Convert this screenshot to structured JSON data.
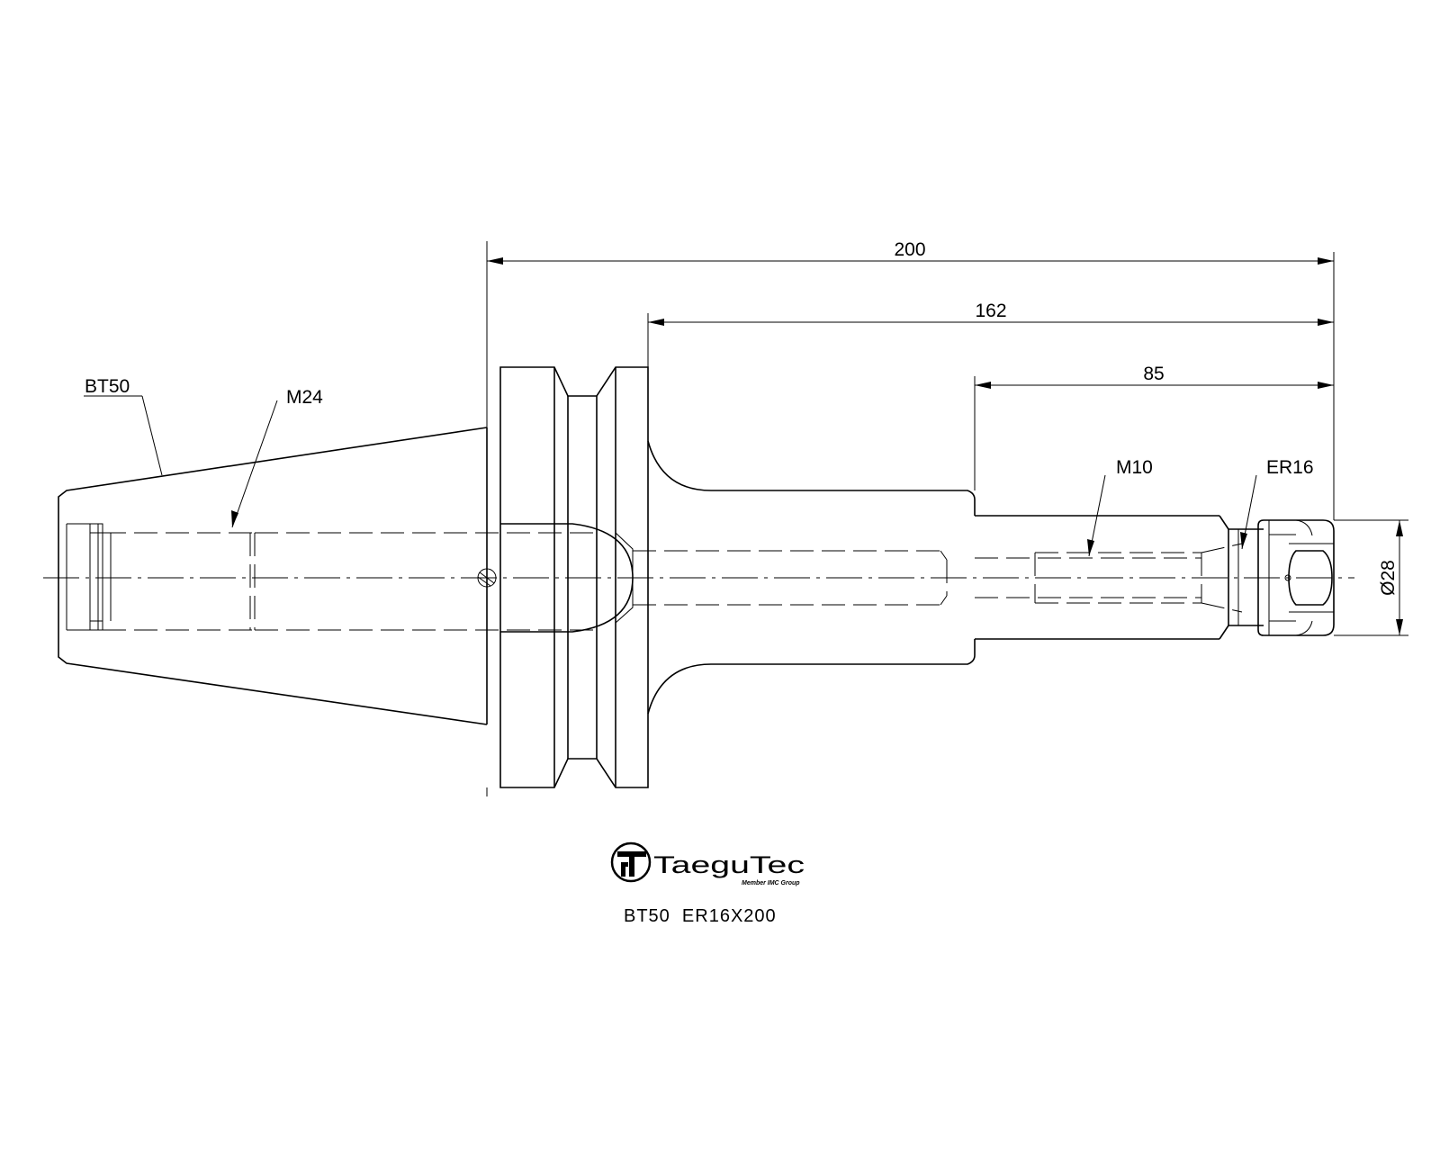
{
  "dimensions": {
    "overall_length": "200",
    "body_length": "162",
    "neck_length": "85",
    "nose_diameter": "Ø28"
  },
  "callouts": {
    "taper": "BT50",
    "drawbar_thread": "M24",
    "inner_thread": "M10",
    "collet": "ER16"
  },
  "logo": {
    "brand": "TaeguTec",
    "tagline": "Member IMC Group"
  },
  "caption": "BT50  ER16X200"
}
